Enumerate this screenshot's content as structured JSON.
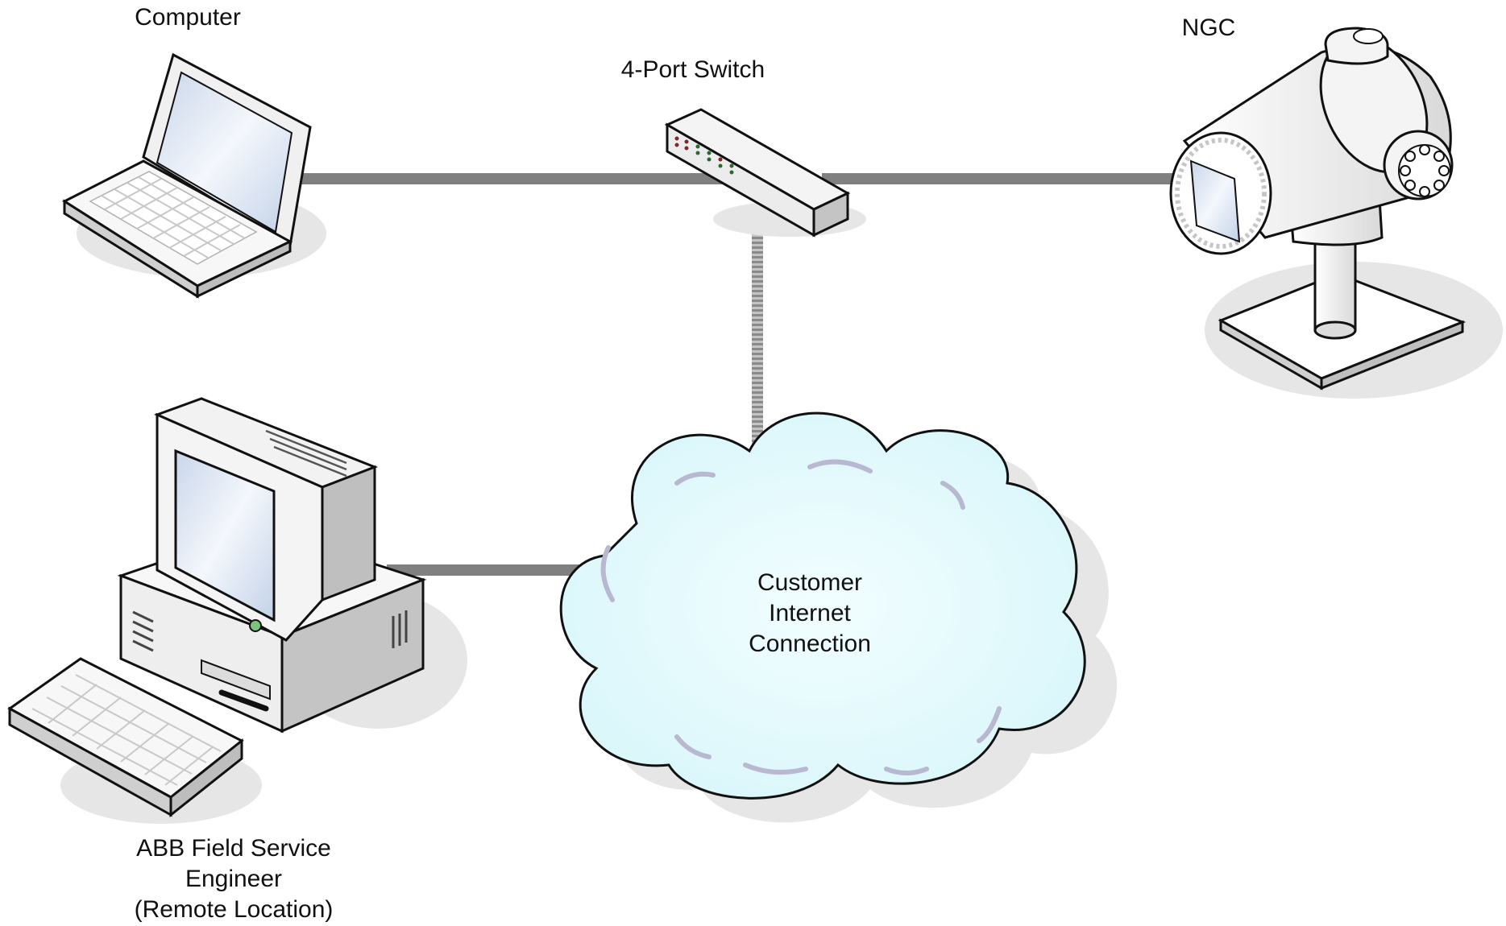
{
  "nodes": {
    "computer": {
      "label": "Computer",
      "icon": "laptop-icon"
    },
    "switch": {
      "label": "4-Port Switch",
      "icon": "network-switch-icon"
    },
    "ngc": {
      "label": "NGC",
      "icon": "gas-chromatograph-icon"
    },
    "cloud": {
      "lines": [
        "Customer",
        "Internet",
        "Connection"
      ],
      "icon": "cloud-icon"
    },
    "engineer": {
      "lines": [
        "ABB Field Service",
        "Engineer",
        "(Remote Location)"
      ],
      "icon": "desktop-computer-icon"
    }
  },
  "colors": {
    "link": "#808080",
    "cloud_fill": "#e8fbfd",
    "shadow": "#e6e6e6",
    "screen": "#d7e2f0",
    "outline": "#111111"
  }
}
